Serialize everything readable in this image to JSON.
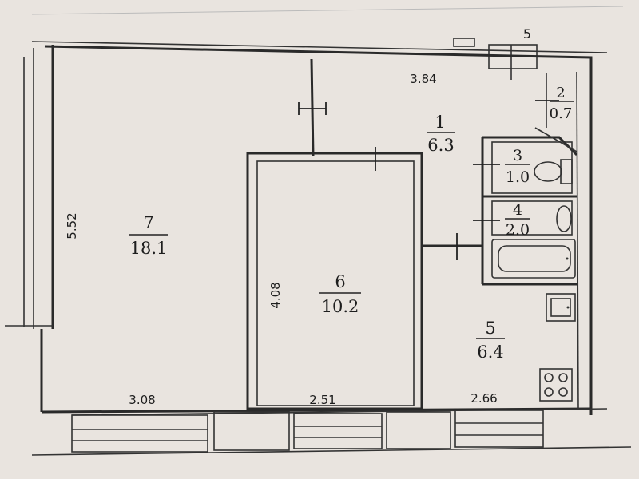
{
  "rooms": [
    {
      "id": "room-1",
      "number": "1",
      "area": "6.3"
    },
    {
      "id": "room-2",
      "number": "2",
      "area": "0.7"
    },
    {
      "id": "room-3",
      "number": "3",
      "area": "1.0"
    },
    {
      "id": "room-4",
      "number": "4",
      "area": "2.0"
    },
    {
      "id": "room-5",
      "number": "5",
      "area": "6.4"
    },
    {
      "id": "room-6",
      "number": "6",
      "area": "10.2"
    },
    {
      "id": "room-7",
      "number": "7",
      "area": "18.1"
    }
  ],
  "dimensions": {
    "top_hall": "3.84",
    "top_corner": "5",
    "left_height": "5.52",
    "room6_height": "4.08",
    "bottom_left": "3.08",
    "bottom_mid": "2.51",
    "bottom_right": "2.66"
  },
  "colors": {
    "paper": "#e9e4df",
    "ink": "#2a2a2a"
  }
}
